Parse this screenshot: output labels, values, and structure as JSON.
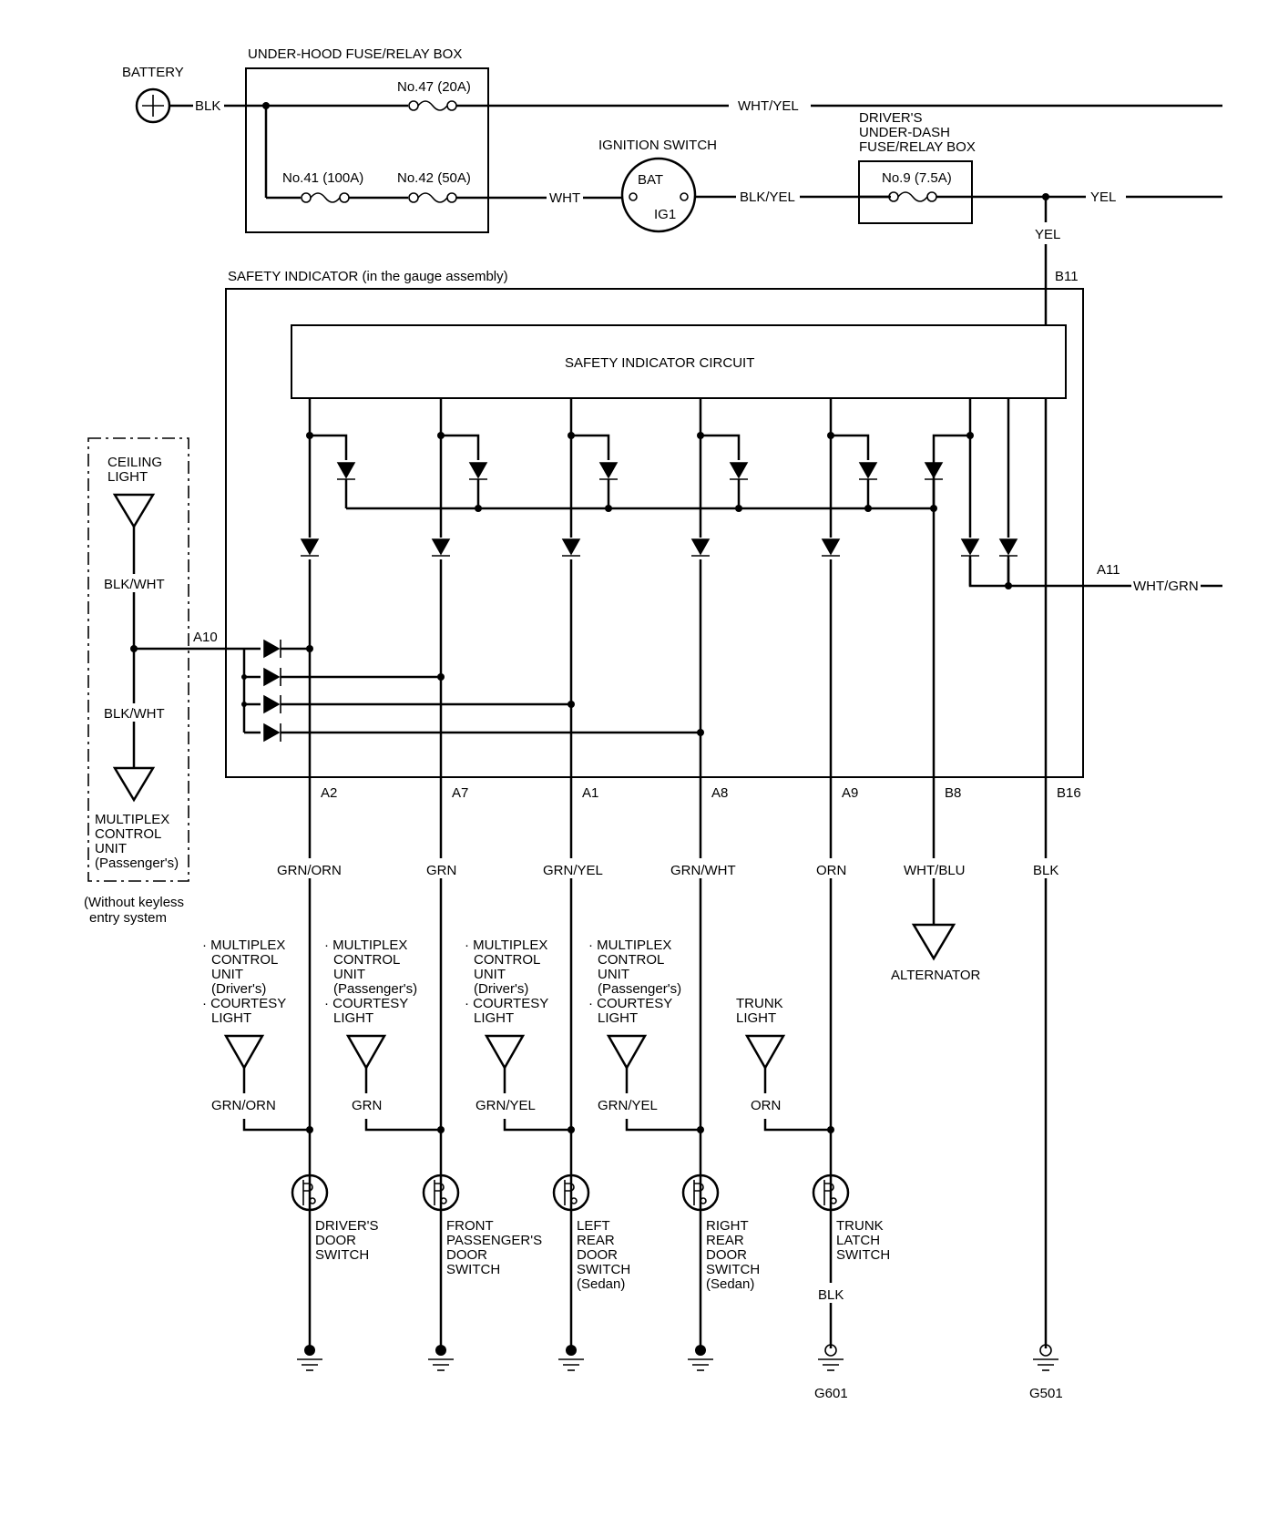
{
  "battery": {
    "label": "BATTERY",
    "wire": "BLK"
  },
  "fuse_box": {
    "title": "UNDER-HOOD FUSE/RELAY BOX",
    "fuse47": "No.47 (20A)",
    "fuse41": "No.41 (100A)",
    "fuse42": "No.42 (50A)"
  },
  "ignition": {
    "title": "IGNITION SWITCH",
    "bat": "BAT",
    "ig1": "IG1"
  },
  "dash_box": {
    "line1": "DRIVER'S",
    "line2": "UNDER-DASH",
    "line3": "FUSE/RELAY BOX",
    "fuse9": "No.9 (7.5A)"
  },
  "wires_top": {
    "wht_yel": "WHT/YEL",
    "wht": "WHT",
    "blk_yel": "BLK/YEL",
    "yel_right": "YEL",
    "yel_down": "YEL"
  },
  "safety": {
    "title": "SAFETY INDICATOR (in the gauge assembly)",
    "circuit": "SAFETY INDICATOR CIRCUIT"
  },
  "terminals": {
    "b11": "B11",
    "a11": "A11",
    "a10": "A10",
    "a2": "A2",
    "a7": "A7",
    "a1": "A1",
    "a8": "A8",
    "a9": "A9",
    "b8": "B8",
    "b16": "B16"
  },
  "a11_wire": "WHT/GRN",
  "ceiling": {
    "title1": "CEILING",
    "title2": "LIGHT",
    "wire1": "BLK/WHT",
    "wire2": "BLK/WHT",
    "mcu1": "MULTIPLEX",
    "mcu2": "CONTROL",
    "mcu3": "UNIT",
    "mcu4": "(Passenger's)",
    "note1": "(Without keyless",
    "note2": "entry system"
  },
  "lower_wires": {
    "a2": "GRN/ORN",
    "a7": "GRN",
    "a1": "GRN/YEL",
    "a8": "GRN/WHT",
    "a9": "ORN",
    "b8": "WHT/BLU",
    "b16": "BLK"
  },
  "alternator": "ALTERNATOR",
  "loads": {
    "l1": [
      "· MULTIPLEX",
      "CONTROL",
      "UNIT",
      "(Driver's)",
      "· COURTESY",
      "LIGHT"
    ],
    "l2": [
      "· MULTIPLEX",
      "CONTROL",
      "UNIT",
      "(Passenger's)",
      "· COURTESY",
      "LIGHT"
    ],
    "l3": [
      "· MULTIPLEX",
      "CONTROL",
      "UNIT",
      "(Driver's)",
      "· COURTESY",
      "LIGHT"
    ],
    "l4": [
      "· MULTIPLEX",
      "CONTROL",
      "UNIT",
      "(Passenger's)",
      "· COURTESY",
      "LIGHT"
    ],
    "l5": [
      "TRUNK",
      "LIGHT"
    ]
  },
  "load_wires": {
    "l1": "GRN/ORN",
    "l2": "GRN",
    "l3": "GRN/YEL",
    "l4": "GRN/YEL",
    "l5": "ORN"
  },
  "switches": {
    "s1": [
      "DRIVER'S",
      "DOOR",
      "SWITCH"
    ],
    "s2": [
      "FRONT",
      "PASSENGER'S",
      "DOOR",
      "SWITCH"
    ],
    "s3": [
      "LEFT",
      "REAR",
      "DOOR",
      "SWITCH",
      "(Sedan)"
    ],
    "s4": [
      "RIGHT",
      "REAR",
      "DOOR",
      "SWITCH",
      "(Sedan)"
    ],
    "s5": [
      "TRUNK",
      "LATCH",
      "SWITCH"
    ]
  },
  "trunk_wire": "BLK",
  "grounds": {
    "g601": "G601",
    "g501": "G501"
  }
}
